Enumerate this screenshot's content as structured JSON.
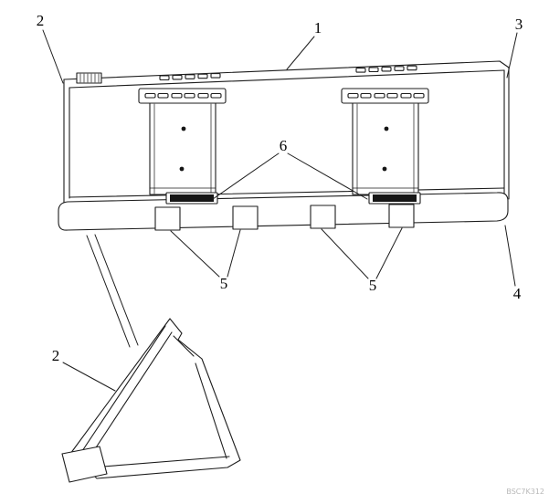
{
  "figure": {
    "callouts": {
      "c1": "1",
      "c2_top": "2",
      "c2_bottom": "2",
      "c3": "3",
      "c4": "4",
      "c5_left": "5",
      "c5_right": "5",
      "c6": "6"
    },
    "part_code": "BSC7K312"
  }
}
